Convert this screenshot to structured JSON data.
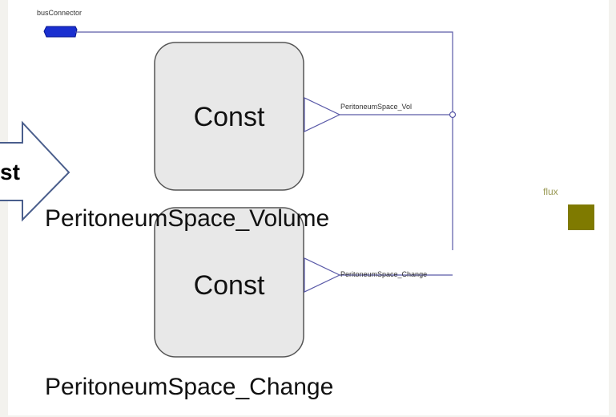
{
  "bus_connector": {
    "label": "busConnector",
    "color": "#1a2fd0"
  },
  "blocks": [
    {
      "title": "Const",
      "name": "PeritoneumSpace_Volume",
      "output_label": "PeritoneumSpace_Vol"
    },
    {
      "title": "Const",
      "name": "PeritoneumSpace_Change",
      "output_label": "PeritoneumSpace_Change"
    }
  ],
  "callout": {
    "text": "st"
  },
  "flux": {
    "label": "flux",
    "color": "#7f7a00"
  },
  "colors": {
    "wire": "#5a5aa8",
    "block_fill": "#e8e8e8",
    "block_border": "#555555"
  }
}
